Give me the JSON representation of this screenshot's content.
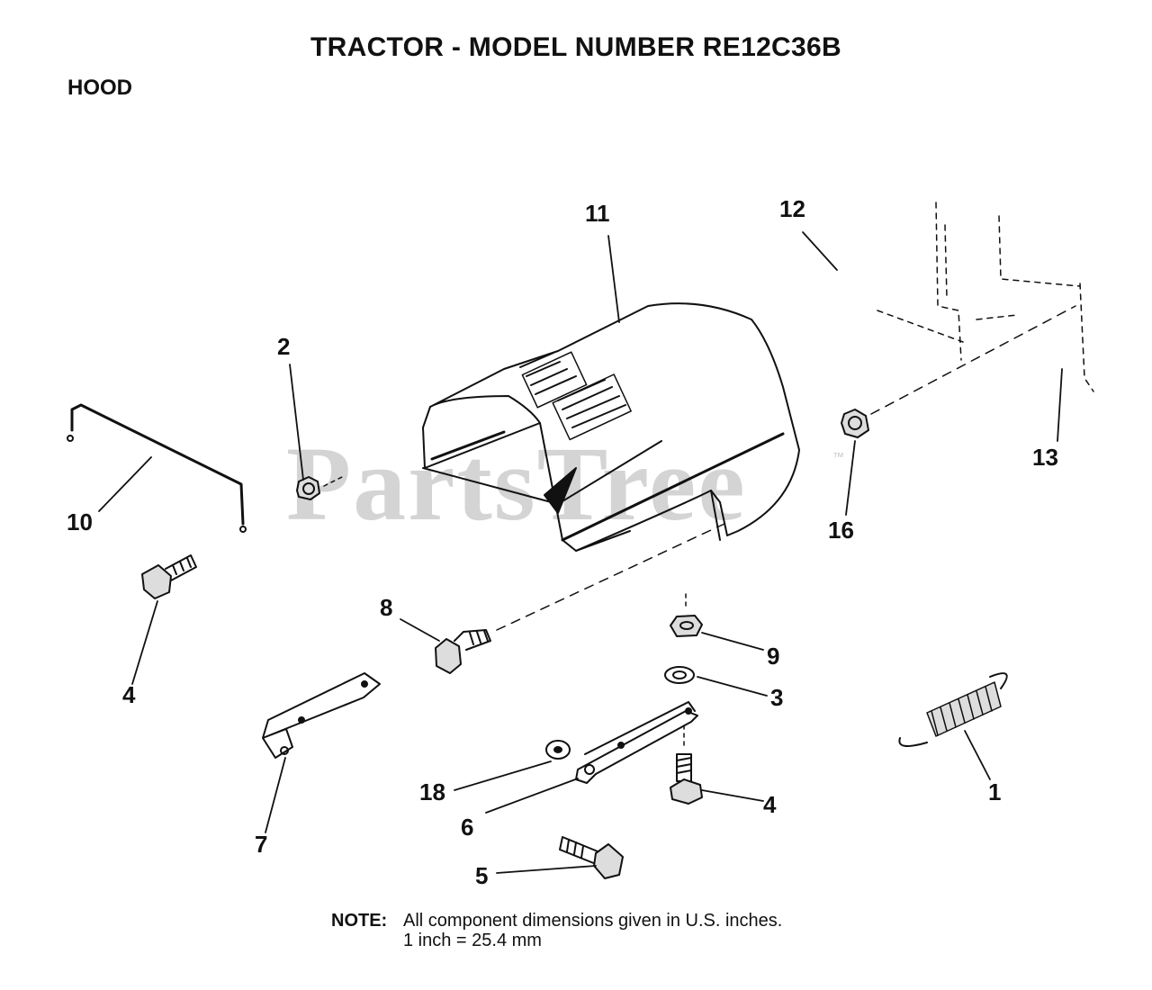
{
  "title": "TRACTOR  - MODEL NUMBER RE12C36B",
  "section": "HOOD",
  "watermark": "PartsTree",
  "watermark_tm": "™",
  "callouts": {
    "c1": "1",
    "c2": "2",
    "c3": "3",
    "c4a": "4",
    "c4b": "4",
    "c5": "5",
    "c6": "6",
    "c7": "7",
    "c8": "8",
    "c9": "9",
    "c10": "10",
    "c11": "11",
    "c12": "12",
    "c13": "13",
    "c16": "16",
    "c18": "18"
  },
  "note": {
    "label": "NOTE:",
    "line1": "All component dimensions given in U.S. inches.",
    "line2": "1 inch = 25.4 mm"
  }
}
